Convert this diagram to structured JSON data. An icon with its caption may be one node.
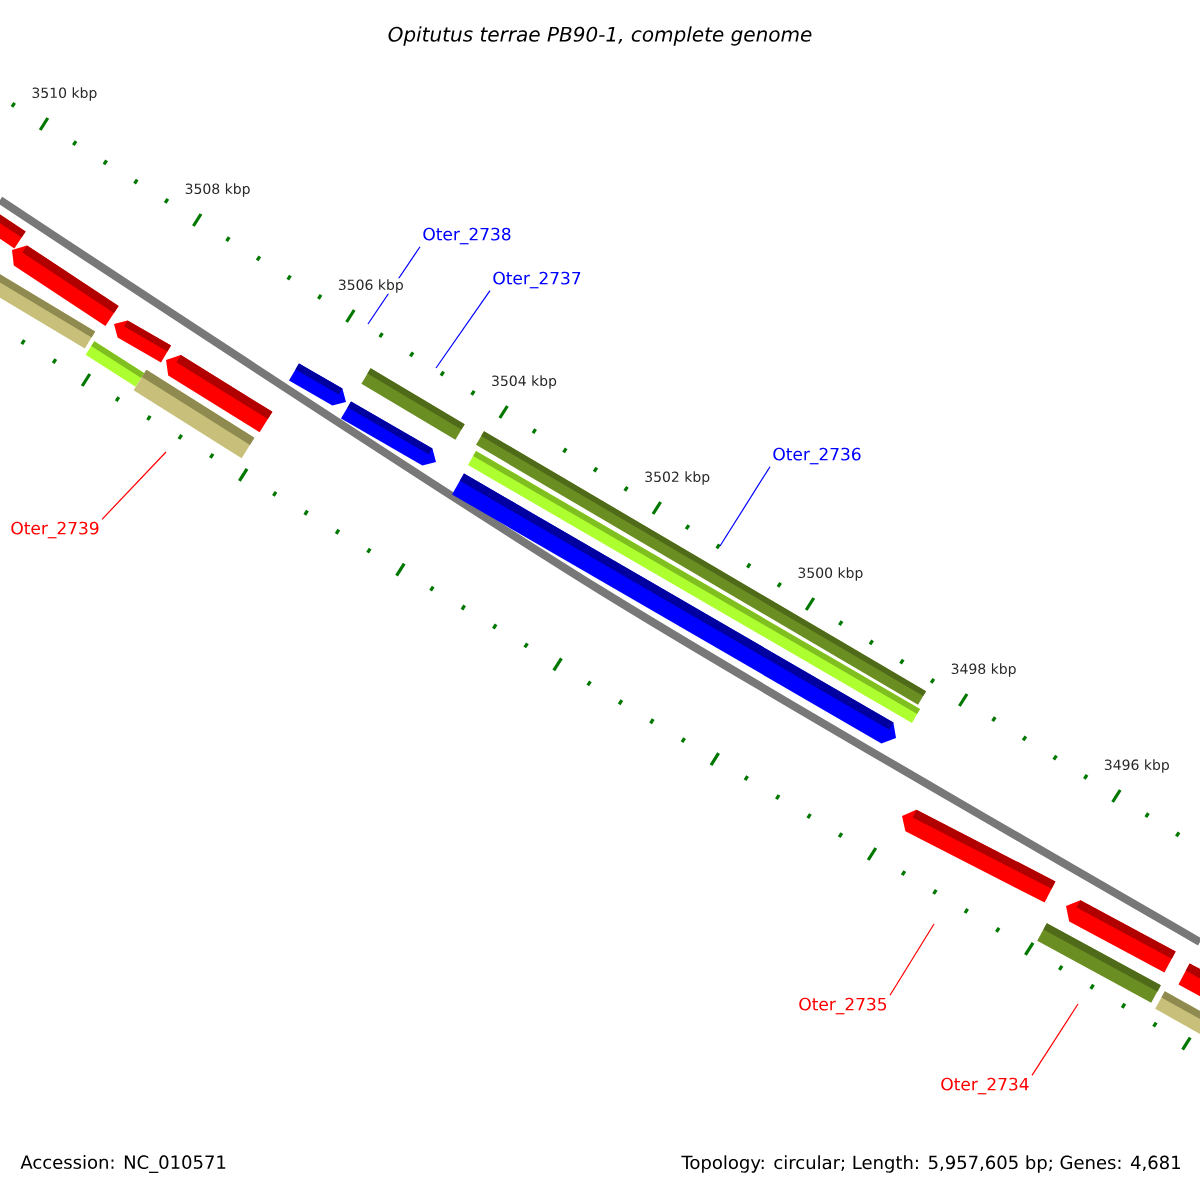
{
  "diagram": {
    "title": "Opitutus terrae PB90-1, complete genome",
    "nodes": [
      {
        "text": [
          "Oter_2738"
        ]
      },
      {
        "text": [
          "Oter_2737"
        ]
      },
      {
        "text": [
          "Oter_2736"
        ]
      },
      {
        "text": [
          "Oter_2739"
        ]
      },
      {
        "text": [
          "Oter_2735"
        ]
      },
      {
        "text": [
          "Oter_2734"
        ]
      }
    ],
    "edges": [
      {
        "from": 0,
        "to": null,
        "arrow": "none",
        "color": "#0000ff"
      },
      {
        "from": 1,
        "to": null,
        "arrow": "none",
        "color": "#0000ff"
      },
      {
        "from": 2,
        "to": null,
        "arrow": "none",
        "color": "#0000ff"
      },
      {
        "from": 3,
        "to": null,
        "arrow": "none",
        "color": "#ff0000"
      },
      {
        "from": 4,
        "to": null,
        "arrow": "none",
        "color": "#ff0000"
      },
      {
        "from": 5,
        "to": null,
        "arrow": "none",
        "color": "#ff0000"
      }
    ],
    "labels": [
      "3510 kbp",
      "3508 kbp",
      "3506 kbp",
      "3504 kbp",
      "3502 kbp",
      "3500 kbp",
      "3498 kbp",
      "3496 kbp",
      "Accession: NC_010571",
      "Topology: circular; Length: 5,957,605 bp; Genes: 4,681"
    ]
  }
}
